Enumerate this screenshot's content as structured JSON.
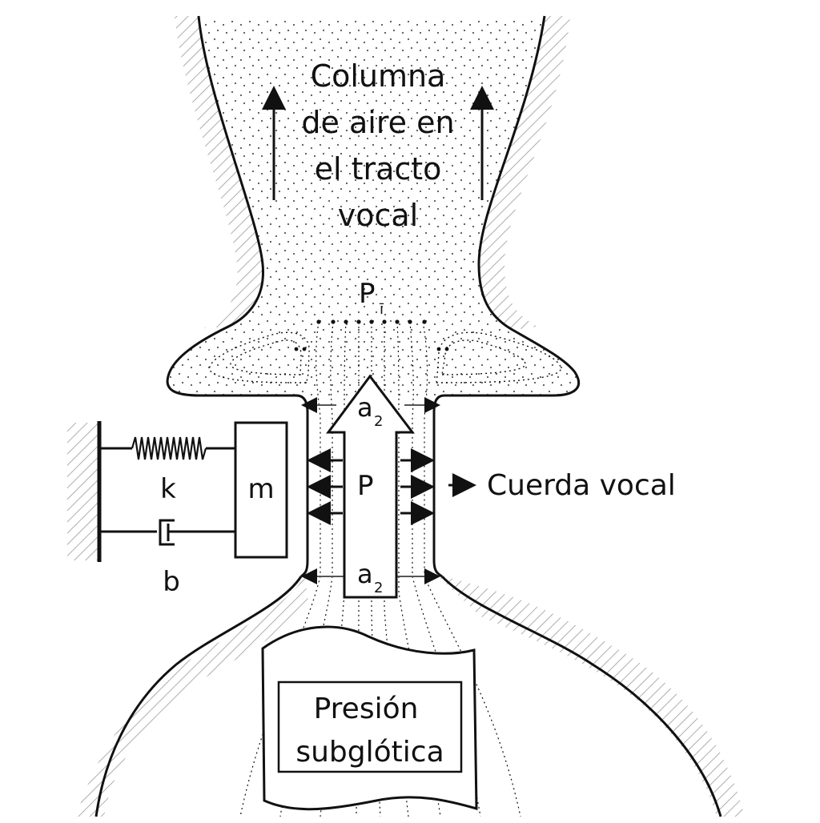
{
  "labels": {
    "air_column": [
      "Columna",
      "de aire en",
      "el tracto",
      "vocal"
    ],
    "p_upper": "P",
    "p_upper_sub": "ī",
    "a2_top": "a",
    "a2_top_sub": "2",
    "p_center": "P",
    "a2_bottom": "a",
    "a2_bottom_sub": "2",
    "vocal_cord": "Cuerda vocal",
    "mass": "m",
    "spring": "k",
    "damper": "b",
    "subglottic_box": [
      "Presión",
      "subglótica"
    ]
  },
  "colors": {
    "ink": "#111111",
    "hatch": "#999999",
    "stipple": "#555555",
    "background": "#ffffff"
  }
}
